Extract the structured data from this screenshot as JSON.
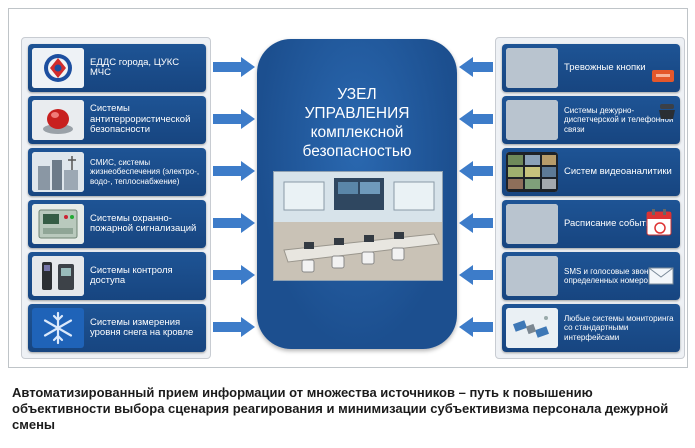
{
  "hub": {
    "title": "УЗЕЛ\nУПРАВЛЕНИЯ\nкомплексной\nбезопасностью"
  },
  "left_items": [
    {
      "label": "ЕДДС города, ЦУКС МЧС",
      "icon": "mchs-emblem-icon"
    },
    {
      "label": "Системы антитеррористической безопасности",
      "icon": "alarm-button-icon"
    },
    {
      "label": "СМИС, системы жизнеобеспечения (электро-, водо-, теплоснабжение)",
      "icon": "infrastructure-photo-icon"
    },
    {
      "label": "Системы охранно-пожарной сигнализаций",
      "icon": "control-panel-icon"
    },
    {
      "label": "Системы контроля доступа",
      "icon": "access-reader-icon"
    },
    {
      "label": "Системы измерения уровня снега на кровле",
      "icon": "snowflake-icon"
    }
  ],
  "right_items": [
    {
      "label": "Тревожные кнопки",
      "icon": "panic-button-icon"
    },
    {
      "label": "Системы дежурно-диспетчерской и телефонной связи",
      "icon": "desk-phone-icon"
    },
    {
      "label": "Систем видеоаналитики",
      "icon": "video-wall-icon"
    },
    {
      "label": "Расписание событий",
      "icon": "calendar-icon"
    },
    {
      "label": "SMS и голосовые звонки с определенных номеров",
      "icon": "sms-envelope-icon"
    },
    {
      "label": "Любые системы мониторинга со стандартными интерфейсами",
      "icon": "satellite-icon"
    }
  ],
  "caption": "Автоматизированный прием информации от множества источников – путь к повышению объективности выбора сценария реагирования и минимизации субъективизма персонала дежурной смены",
  "colors": {
    "tile": "#1e5495",
    "hub": "#1c4f8f",
    "arrow": "#3d7cc9"
  }
}
